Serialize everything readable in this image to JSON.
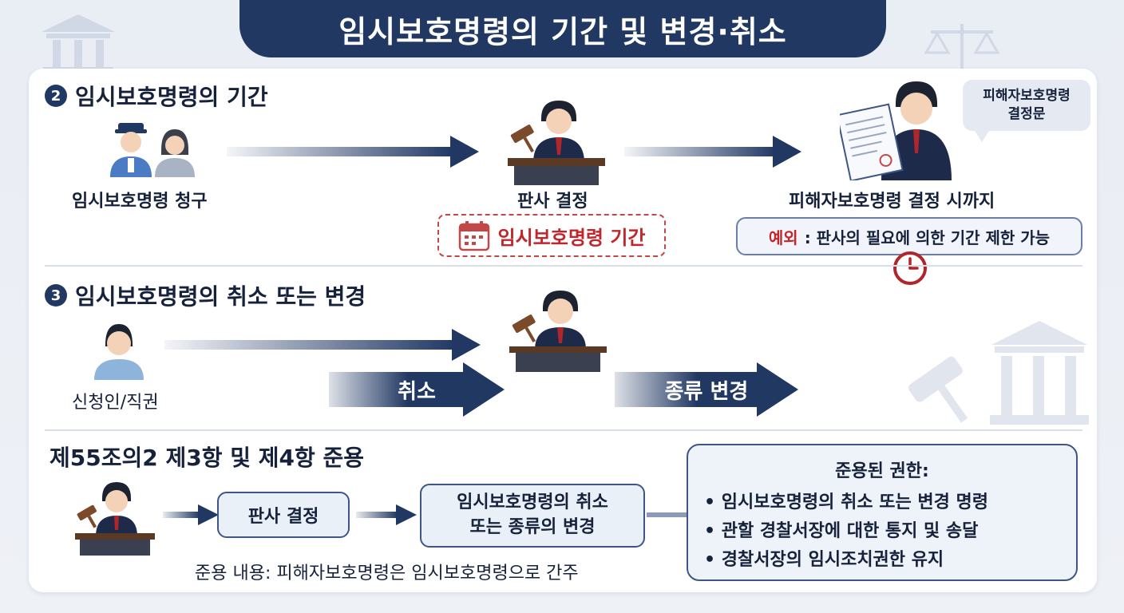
{
  "title": "임시보호명령의 기간 및 변경·취소",
  "colors": {
    "navy": "#213863",
    "accent_red": "#c0262a",
    "box_border": "#3d5587"
  },
  "section2": {
    "number": "2",
    "heading": "임시보호명령의 기간",
    "step1_label": "임시보호명령 청구",
    "step2_label": "판사 결정",
    "step3_label": "피해자보호명령 결정 시까지",
    "period_label": "임시보호명령 기간",
    "speech_line1": "피해자보호명령",
    "speech_line2": "결정문",
    "exception_tag": "예외",
    "exception_text": ": 판사의 필요에 의한 기간 제한 가능"
  },
  "section3": {
    "number": "3",
    "heading": "임시보호명령의 취소 또는 변경",
    "applicant_label": "신청인/직권",
    "cancel_label": "취소",
    "change_label": "종류 변경"
  },
  "section4": {
    "heading": "제55조의2 제3항 및 제4항 준용",
    "judge_box": "판사 결정",
    "result_line1": "임시보호명령의 취소",
    "result_line2": "또는 종류의 변경",
    "note": "준용 내용: 피해자보호명령은 임시보호명령으로 간주",
    "authority_title": "준용된 권한:",
    "authority_items": [
      "임시보호명령의 취소 또는 변경 명령",
      "관할 경찰서장에 대한 통지 및 송달",
      "경찰서장의 임시조치권한 유지"
    ]
  },
  "icons": [
    "courthouse-icon",
    "scales-icon",
    "police-officer-icon",
    "victim-person-icon",
    "judge-icon",
    "calendar-icon",
    "judge-with-document-icon",
    "clock-icon",
    "applicant-person-icon",
    "gavel-icon"
  ]
}
